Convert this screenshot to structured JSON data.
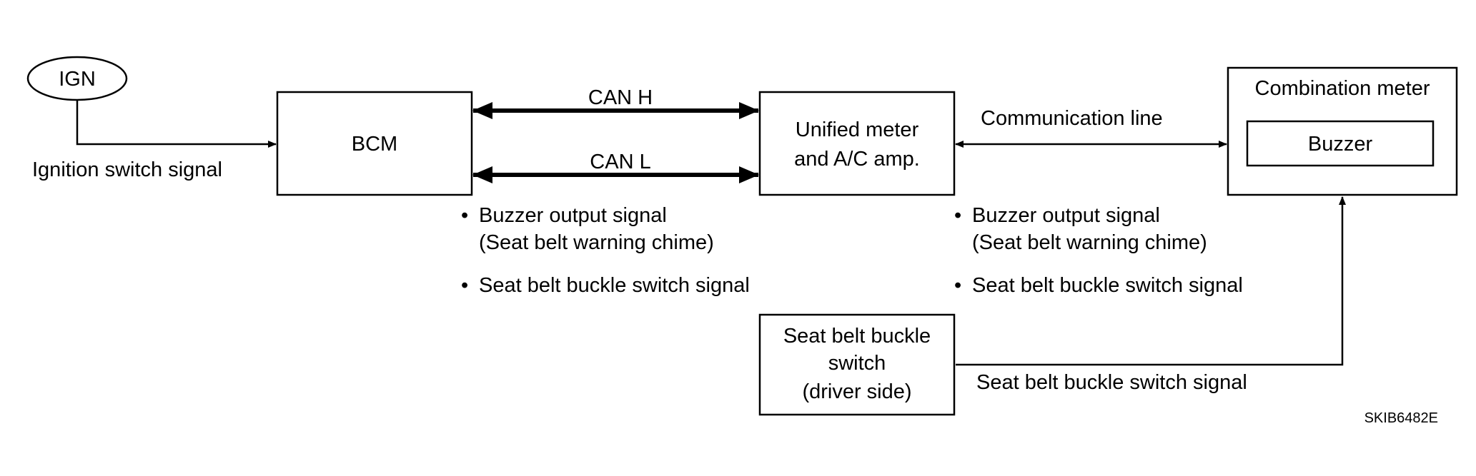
{
  "nodes": {
    "ign": "IGN",
    "bcm": "BCM",
    "unified_line1": "Unified meter",
    "unified_line2": "and A/C amp.",
    "combination_meter": "Combination meter",
    "buzzer": "Buzzer",
    "seat_switch_line1": "Seat belt buckle",
    "seat_switch_line2": "switch",
    "seat_switch_line3": "(driver side)"
  },
  "labels": {
    "ignition_signal": "Ignition switch signal",
    "can_h": "CAN H",
    "can_l": "CAN L",
    "communication_line": "Communication line",
    "seat_signal_bottom": "Seat belt buckle switch signal"
  },
  "can_notes": {
    "bullet": "•",
    "buzzer_output": "Buzzer output signal",
    "buzzer_output_sub": "(Seat belt warning chime)",
    "buckle_signal": "Seat belt buckle switch signal"
  },
  "comm_notes": {
    "bullet": "•",
    "buzzer_output": "Buzzer output signal",
    "buzzer_output_sub": "(Seat belt warning chime)",
    "buckle_signal": "Seat belt buckle switch signal"
  },
  "figure_code": "SKIB6482E"
}
